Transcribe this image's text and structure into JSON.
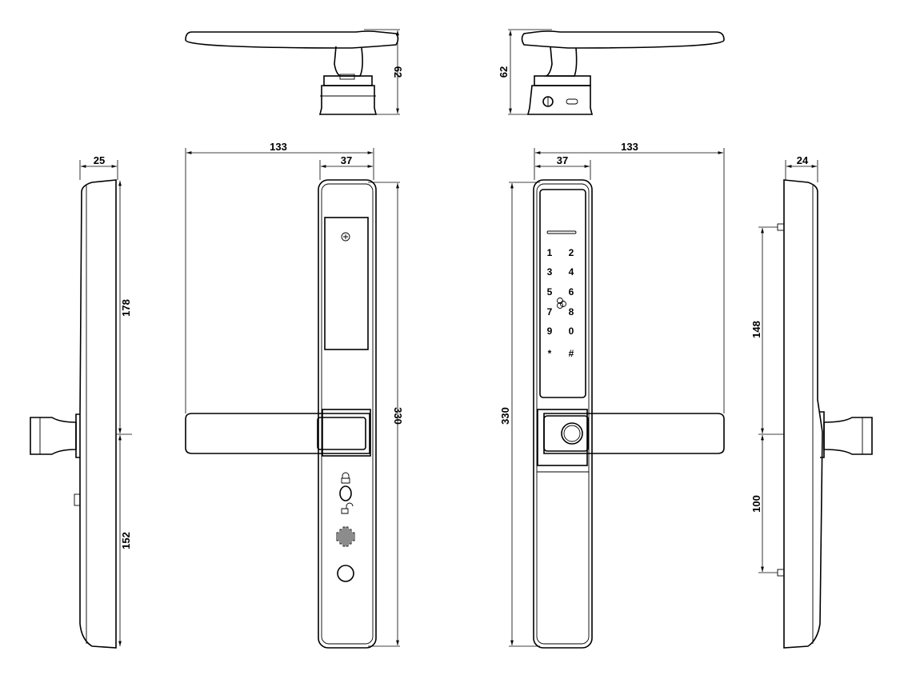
{
  "dimensions": {
    "top_left_height": "62",
    "top_right_height": "62",
    "front_width_total": "133",
    "front_plate_width": "37",
    "left_side_depth": "25",
    "left_side_upper": "178",
    "left_side_lower": "152",
    "front_height": "330",
    "keypad_plate_width": "37",
    "keypad_width_total": "133",
    "keypad_height": "330",
    "right_side_depth": "24",
    "right_side_upper": "148",
    "right_side_lower": "100"
  },
  "keypad": {
    "keys": [
      "1",
      "2",
      "3",
      "4",
      "5",
      "6",
      "7",
      "8",
      "9",
      "0",
      "*",
      "#"
    ]
  }
}
